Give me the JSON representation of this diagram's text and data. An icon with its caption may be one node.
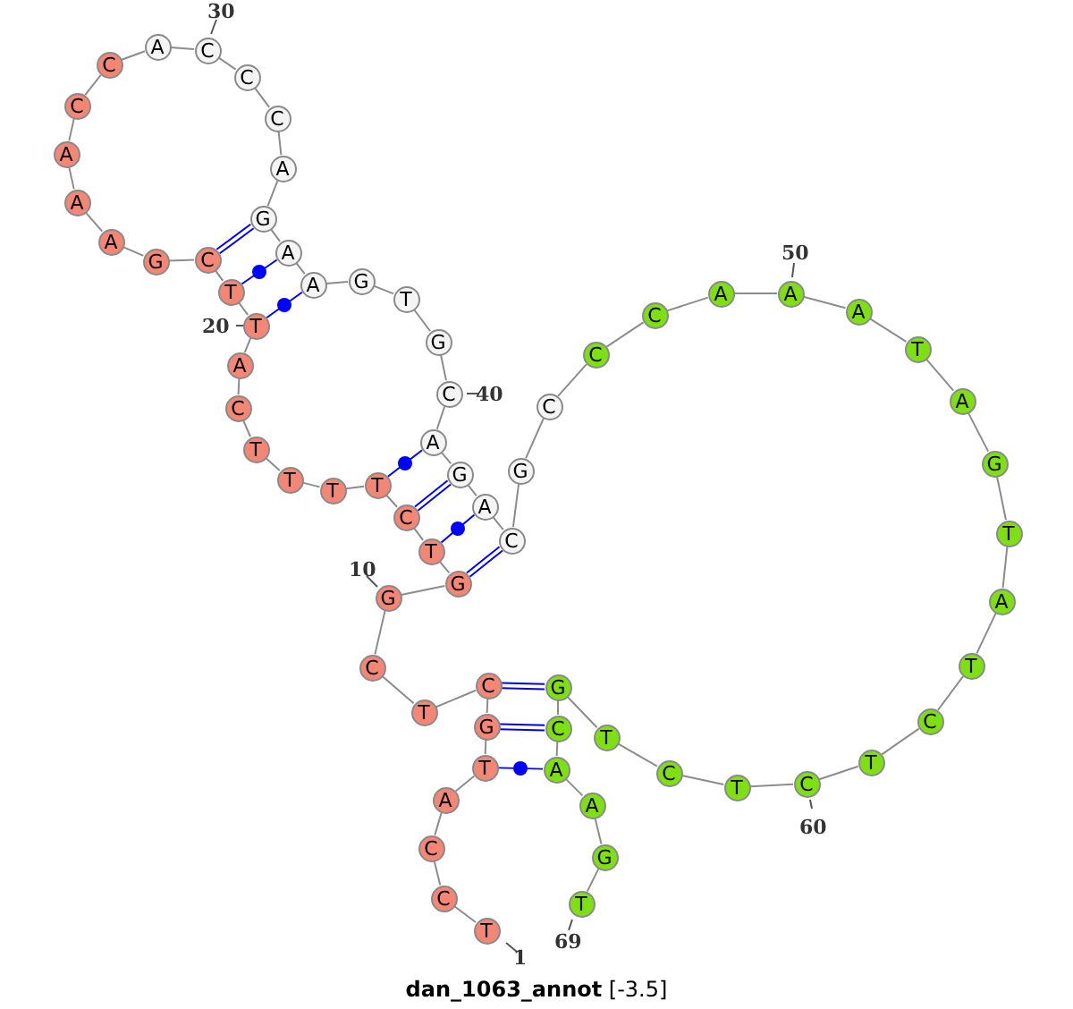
{
  "diagram": {
    "caption": "**dan_1063_annot** [-3.5]",
    "nodes": [
      {
        "text": [
          "T"
        ],
        "beside": [
          "1"
        ]
      },
      {
        "text": [
          "C"
        ]
      },
      {
        "text": [
          "C"
        ]
      },
      {
        "text": [
          "A"
        ]
      },
      {
        "text": [
          "T"
        ]
      },
      {
        "text": [
          "G"
        ]
      },
      {
        "text": [
          "C"
        ]
      },
      {
        "text": [
          "T"
        ]
      },
      {
        "text": [
          "C"
        ]
      },
      {
        "text": [
          "G"
        ],
        "beside": [
          "10"
        ]
      },
      {
        "text": [
          "G"
        ]
      },
      {
        "text": [
          "T"
        ]
      },
      {
        "text": [
          "C"
        ]
      },
      {
        "text": [
          "T"
        ]
      },
      {
        "text": [
          "T"
        ]
      },
      {
        "text": [
          "T"
        ]
      },
      {
        "text": [
          "T"
        ]
      },
      {
        "text": [
          "C"
        ]
      },
      {
        "text": [
          "A"
        ]
      },
      {
        "text": [
          "T"
        ],
        "beside": [
          "20"
        ]
      },
      {
        "text": [
          "T"
        ]
      },
      {
        "text": [
          "C"
        ]
      },
      {
        "text": [
          "G"
        ]
      },
      {
        "text": [
          "A"
        ]
      },
      {
        "text": [
          "A"
        ]
      },
      {
        "text": [
          "A"
        ]
      },
      {
        "text": [
          "C"
        ]
      },
      {
        "text": [
          "C"
        ]
      },
      {
        "text": [
          "A"
        ]
      },
      {
        "text": [
          "C"
        ],
        "beside": [
          "30"
        ]
      },
      {
        "text": [
          "C"
        ]
      },
      {
        "text": [
          "C"
        ]
      },
      {
        "text": [
          "A"
        ]
      },
      {
        "text": [
          "G"
        ]
      },
      {
        "text": [
          "A"
        ]
      },
      {
        "text": [
          "A"
        ]
      },
      {
        "text": [
          "G"
        ]
      },
      {
        "text": [
          "T"
        ]
      },
      {
        "text": [
          "G"
        ]
      },
      {
        "text": [
          "C"
        ],
        "beside": [
          "40"
        ]
      },
      {
        "text": [
          "A"
        ]
      },
      {
        "text": [
          "G"
        ]
      },
      {
        "text": [
          "A"
        ]
      },
      {
        "text": [
          "C"
        ]
      },
      {
        "text": [
          "G"
        ]
      },
      {
        "text": [
          "C"
        ]
      },
      {
        "text": [
          "C"
        ]
      },
      {
        "text": [
          "C"
        ]
      },
      {
        "text": [
          "A"
        ]
      },
      {
        "text": [
          "A"
        ],
        "beside": [
          "50"
        ]
      },
      {
        "text": [
          "A"
        ]
      },
      {
        "text": [
          "T"
        ]
      },
      {
        "text": [
          "A"
        ]
      },
      {
        "text": [
          "G"
        ]
      },
      {
        "text": [
          "T"
        ]
      },
      {
        "text": [
          "A"
        ]
      },
      {
        "text": [
          "T"
        ]
      },
      {
        "text": [
          "C"
        ]
      },
      {
        "text": [
          "T"
        ]
      },
      {
        "text": [
          "C"
        ],
        "beside": [
          "60"
        ]
      },
      {
        "text": [
          "T"
        ]
      },
      {
        "text": [
          "C"
        ]
      },
      {
        "text": [
          "T"
        ]
      },
      {
        "text": [
          "G"
        ]
      },
      {
        "text": [
          "C"
        ]
      },
      {
        "text": [
          "A"
        ]
      },
      {
        "text": [
          "A"
        ]
      },
      {
        "text": [
          "G"
        ]
      },
      {
        "text": [
          "T"
        ],
        "beside": [
          "69"
        ]
      }
    ],
    "edges": [
      {
        "from": 0,
        "to": 1,
        "arrow": "none"
      },
      {
        "from": 1,
        "to": 2,
        "arrow": "none"
      },
      {
        "from": 2,
        "to": 3,
        "arrow": "none"
      },
      {
        "from": 3,
        "to": 4,
        "arrow": "none"
      },
      {
        "from": 4,
        "to": 5,
        "arrow": "none"
      },
      {
        "from": 5,
        "to": 6,
        "arrow": "none"
      },
      {
        "from": 6,
        "to": 7,
        "arrow": "none"
      },
      {
        "from": 7,
        "to": 8,
        "arrow": "none"
      },
      {
        "from": 8,
        "to": 9,
        "arrow": "none"
      },
      {
        "from": 9,
        "to": 10,
        "arrow": "none"
      },
      {
        "from": 10,
        "to": 11,
        "arrow": "none"
      },
      {
        "from": 11,
        "to": 12,
        "arrow": "none"
      },
      {
        "from": 12,
        "to": 13,
        "arrow": "none"
      },
      {
        "from": 13,
        "to": 14,
        "arrow": "none"
      },
      {
        "from": 14,
        "to": 15,
        "arrow": "none"
      },
      {
        "from": 15,
        "to": 16,
        "arrow": "none"
      },
      {
        "from": 16,
        "to": 17,
        "arrow": "none"
      },
      {
        "from": 17,
        "to": 18,
        "arrow": "none"
      },
      {
        "from": 18,
        "to": 19,
        "arrow": "none"
      },
      {
        "from": 19,
        "to": 20,
        "arrow": "none"
      },
      {
        "from": 20,
        "to": 21,
        "arrow": "none"
      },
      {
        "from": 21,
        "to": 22,
        "arrow": "none"
      },
      {
        "from": 22,
        "to": 23,
        "arrow": "none"
      },
      {
        "from": 23,
        "to": 24,
        "arrow": "none"
      },
      {
        "from": 24,
        "to": 25,
        "arrow": "none"
      },
      {
        "from": 25,
        "to": 26,
        "arrow": "none"
      },
      {
        "from": 26,
        "to": 27,
        "arrow": "none"
      },
      {
        "from": 27,
        "to": 28,
        "arrow": "none"
      },
      {
        "from": 28,
        "to": 29,
        "arrow": "none"
      },
      {
        "from": 29,
        "to": 30,
        "arrow": "none"
      },
      {
        "from": 30,
        "to": 31,
        "arrow": "none"
      },
      {
        "from": 31,
        "to": 32,
        "arrow": "none"
      },
      {
        "from": 32,
        "to": 33,
        "arrow": "none"
      },
      {
        "from": 33,
        "to": 34,
        "arrow": "none"
      },
      {
        "from": 34,
        "to": 35,
        "arrow": "none"
      },
      {
        "from": 35,
        "to": 36,
        "arrow": "none"
      },
      {
        "from": 36,
        "to": 37,
        "arrow": "none"
      },
      {
        "from": 37,
        "to": 38,
        "arrow": "none"
      },
      {
        "from": 38,
        "to": 39,
        "arrow": "none"
      },
      {
        "from": 39,
        "to": 40,
        "arrow": "none"
      },
      {
        "from": 40,
        "to": 41,
        "arrow": "none"
      },
      {
        "from": 41,
        "to": 42,
        "arrow": "none"
      },
      {
        "from": 42,
        "to": 43,
        "arrow": "none"
      },
      {
        "from": 43,
        "to": 44,
        "arrow": "none"
      },
      {
        "from": 44,
        "to": 45,
        "arrow": "none"
      },
      {
        "from": 45,
        "to": 46,
        "arrow": "none"
      },
      {
        "from": 46,
        "to": 47,
        "arrow": "none"
      },
      {
        "from": 47,
        "to": 48,
        "arrow": "none"
      },
      {
        "from": 48,
        "to": 49,
        "arrow": "none"
      },
      {
        "from": 49,
        "to": 50,
        "arrow": "none"
      },
      {
        "from": 50,
        "to": 51,
        "arrow": "none"
      },
      {
        "from": 51,
        "to": 52,
        "arrow": "none"
      },
      {
        "from": 52,
        "to": 53,
        "arrow": "none"
      },
      {
        "from": 53,
        "to": 54,
        "arrow": "none"
      },
      {
        "from": 54,
        "to": 55,
        "arrow": "none"
      },
      {
        "from": 55,
        "to": 56,
        "arrow": "none"
      },
      {
        "from": 56,
        "to": 57,
        "arrow": "none"
      },
      {
        "from": 57,
        "to": 58,
        "arrow": "none"
      },
      {
        "from": 58,
        "to": 59,
        "arrow": "none"
      },
      {
        "from": 59,
        "to": 60,
        "arrow": "none"
      },
      {
        "from": 60,
        "to": 61,
        "arrow": "none"
      },
      {
        "from": 61,
        "to": 62,
        "arrow": "none"
      },
      {
        "from": 62,
        "to": 63,
        "arrow": "none"
      },
      {
        "from": 63,
        "to": 64,
        "arrow": "none"
      },
      {
        "from": 64,
        "to": 65,
        "arrow": "none"
      },
      {
        "from": 65,
        "to": 66,
        "arrow": "none"
      },
      {
        "from": 66,
        "to": 67,
        "arrow": "none"
      },
      {
        "from": 67,
        "to": 68,
        "arrow": "none"
      },
      {
        "from": 21,
        "to": 33,
        "arrow": "none",
        "color": "#0000ff"
      },
      {
        "from": 20,
        "to": 34,
        "arrow": "none",
        "color": "#0000ff"
      },
      {
        "from": 19,
        "to": 35,
        "arrow": "none",
        "color": "#0000ff"
      },
      {
        "from": 13,
        "to": 40,
        "arrow": "none",
        "color": "#0000ff"
      },
      {
        "from": 12,
        "to": 41,
        "arrow": "none",
        "color": "#0000ff"
      },
      {
        "from": 11,
        "to": 42,
        "arrow": "none",
        "color": "#0000ff"
      },
      {
        "from": 10,
        "to": 43,
        "arrow": "none",
        "color": "#0000ff"
      },
      {
        "from": 6,
        "to": 63,
        "arrow": "none",
        "color": "#0000ff"
      },
      {
        "from": 5,
        "to": 64,
        "arrow": "none",
        "color": "#0000ff"
      },
      {
        "from": 4,
        "to": 65,
        "arrow": "none",
        "color": "#0000ff"
      }
    ]
  }
}
